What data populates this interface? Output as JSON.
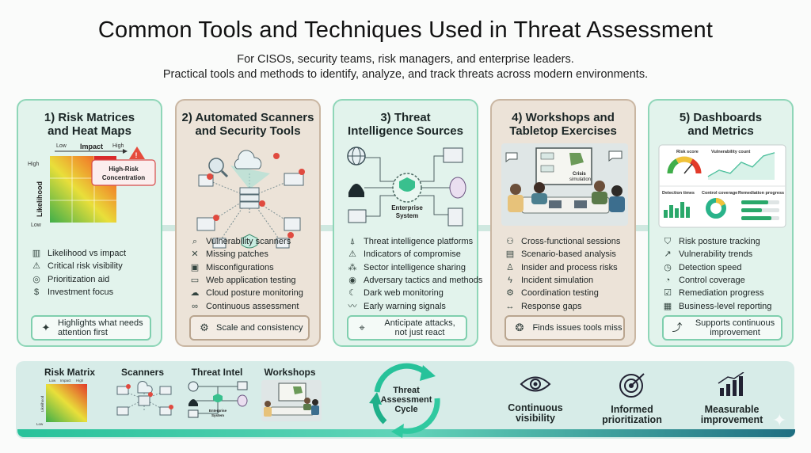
{
  "title": "Common Tools and Techniques Used in Threat Assessment",
  "subtitle": [
    "For CISOs, security teams, risk managers, and enterprise leaders.",
    "Practical tools and methods to identify, analyze, and track threats across modern environments."
  ],
  "cards": [
    {
      "title": [
        "1) Risk Matrices",
        "and Heat Maps"
      ],
      "matrix": {
        "x_label": "Impact",
        "x_low": "Low",
        "x_high": "High",
        "y_label": "Likelihood",
        "y_high": "High",
        "y_low": "Low",
        "callout": [
          "High-Risk",
          "Concentration"
        ]
      },
      "items": [
        {
          "icon": "bar-chart-icon",
          "text": "Likelihood vs impact"
        },
        {
          "icon": "warning-icon",
          "text": "Critical risk visibility"
        },
        {
          "icon": "target-icon",
          "text": "Prioritization aid"
        },
        {
          "icon": "investment-icon",
          "text": "Investment focus"
        }
      ],
      "pill": {
        "icon": "bulb-icon",
        "lines": [
          "Highlights what needs",
          "attention first"
        ]
      }
    },
    {
      "title": [
        "2) Automated Scanners",
        "and Security Tools"
      ],
      "items": [
        {
          "icon": "scan-icon",
          "text": "Vulnerability scanners"
        },
        {
          "icon": "tools-icon",
          "text": "Missing patches"
        },
        {
          "icon": "lock-icon",
          "text": "Misconfigurations"
        },
        {
          "icon": "browser-icon",
          "text": "Web application testing"
        },
        {
          "icon": "cloud-icon",
          "text": "Cloud posture monitoring"
        },
        {
          "icon": "infinity-icon",
          "text": "Continuous assessment"
        }
      ],
      "pill": {
        "icon": "robot-arm-icon",
        "lines": [
          "Scale and consistency"
        ]
      }
    },
    {
      "title": [
        "3) Threat",
        "Intelligence Sources"
      ],
      "hub_label": [
        "Enterprise",
        "System"
      ],
      "items": [
        {
          "icon": "antenna-icon",
          "text": "Threat intelligence platforms"
        },
        {
          "icon": "alert-icon",
          "text": "Indicators of compromise"
        },
        {
          "icon": "share-icon",
          "text": "Sector intelligence sharing"
        },
        {
          "icon": "hacker-icon",
          "text": "Adversary tactics and methods"
        },
        {
          "icon": "moon-icon",
          "text": "Dark web monitoring"
        },
        {
          "icon": "signal-icon",
          "text": "Early warning signals"
        }
      ],
      "pill": {
        "icon": "telescope-icon",
        "lines": [
          "Anticipate attacks,",
          "not just react"
        ]
      }
    },
    {
      "title": [
        "4) Workshops and",
        "Tabletop Exercises"
      ],
      "screen_label": [
        "Crisis",
        "simulation"
      ],
      "items": [
        {
          "icon": "people-icon",
          "text": "Cross-functional sessions"
        },
        {
          "icon": "doc-icon",
          "text": "Scenario-based analysis"
        },
        {
          "icon": "user-icon",
          "text": "Insider and process risks"
        },
        {
          "icon": "bolt-icon",
          "text": "Incident simulation"
        },
        {
          "icon": "gear-icon",
          "text": "Coordination testing"
        },
        {
          "icon": "arrows-icon",
          "text": "Response gaps"
        }
      ],
      "pill": {
        "icon": "brain-icon",
        "lines": [
          "Finds issues tools miss"
        ]
      }
    },
    {
      "title": [
        "5) Dashboards",
        "and Metrics"
      ],
      "dash": {
        "risk": "Risk score",
        "vuln": "Vulnerability count",
        "det": "Detection times",
        "ctrl": "Control coverage",
        "rem": "Remediation progress"
      },
      "items": [
        {
          "icon": "shield-icon",
          "text": "Risk posture tracking"
        },
        {
          "icon": "trend-icon",
          "text": "Vulnerability trends"
        },
        {
          "icon": "stopwatch-icon",
          "text": "Detection speed"
        },
        {
          "icon": "pie-icon",
          "text": "Control coverage"
        },
        {
          "icon": "checklist-icon",
          "text": "Remediation progress"
        },
        {
          "icon": "building-icon",
          "text": "Business-level reporting"
        }
      ],
      "pill": {
        "icon": "growth-icon",
        "lines": [
          "Supports continuous",
          "improvement"
        ]
      }
    }
  ],
  "bottom": {
    "labels": [
      "Risk Matrix",
      "Scanners",
      "Threat Intel",
      "Workshops"
    ],
    "mini_matrix": {
      "x_label": "Impact",
      "x_low": "Low",
      "x_high": "High",
      "y_label": "Likelihood",
      "y_low": "Low"
    },
    "mini_hub": [
      "Enterprise",
      "System"
    ],
    "cycle": [
      "Threat",
      "Assessment",
      "Cycle"
    ],
    "benefits": [
      {
        "icon": "eye-icon",
        "lines": [
          "Continuous",
          "visibility"
        ]
      },
      {
        "icon": "bullseye-icon",
        "lines": [
          "Informed",
          "prioritization"
        ]
      },
      {
        "icon": "growth-bars-icon",
        "lines": [
          "Measurable",
          "improvement"
        ]
      }
    ]
  },
  "colors": {
    "teal_card": "#e2f3ec",
    "tan_card": "#ece3d8",
    "accent": "#27c29a",
    "border": "#8fd6b8"
  }
}
